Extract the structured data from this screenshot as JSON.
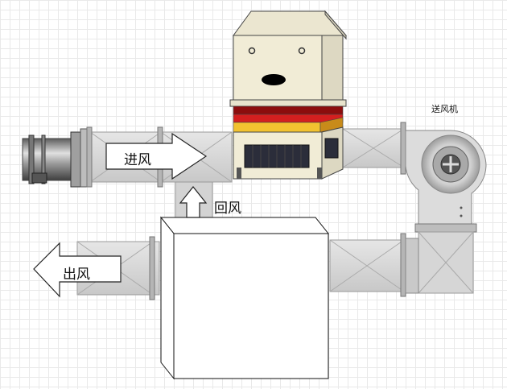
{
  "labels": {
    "intake": "进风",
    "return": "回风",
    "outlet": "出风",
    "blower": "送风机"
  },
  "colors": {
    "duct_fill": "#d9d9d9",
    "duct_stroke": "#9a9a9a",
    "unit_body": "#f1ecd6",
    "stripe_dark_red": "#8c0d0d",
    "stripe_red": "#d41f1f",
    "stripe_yellow": "#f2c230",
    "grille": "#2b2d3a"
  }
}
